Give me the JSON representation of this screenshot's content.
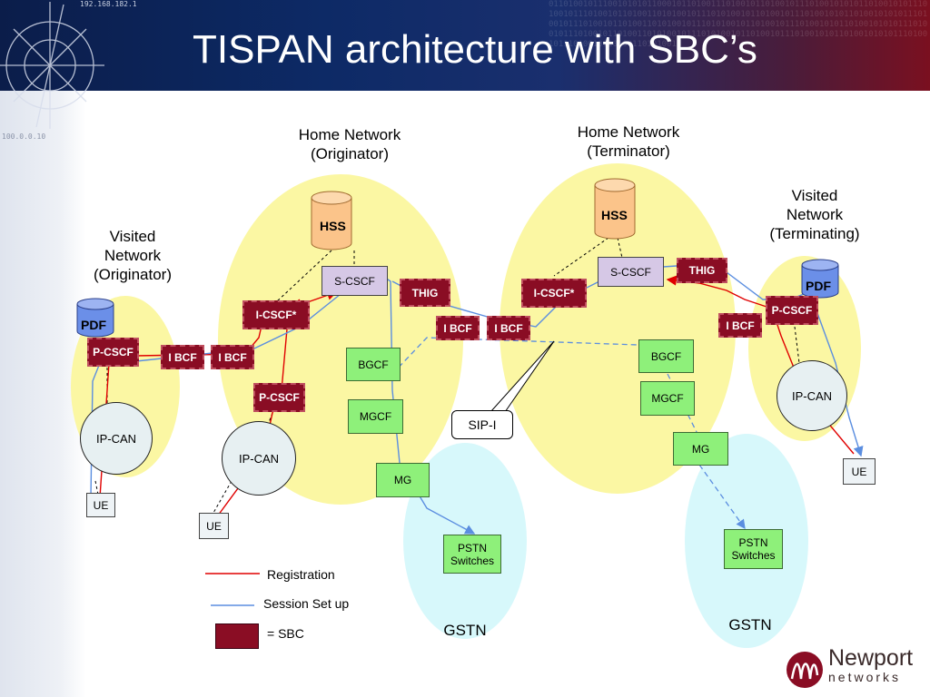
{
  "header": {
    "title": "TISPAN architecture with SBC’s",
    "ip_top": "192.168.182.1",
    "ip_side": "100.0.0.10"
  },
  "networks": {
    "visited_orig": [
      "Visited",
      "Network",
      "(Originator)"
    ],
    "home_orig": [
      "Home Network",
      "(Originator)"
    ],
    "home_term": [
      "Home Network",
      "(Terminator)"
    ],
    "visited_term": [
      "Visited",
      "Network",
      "(Terminating)"
    ],
    "gstn_left": "GSTN",
    "gstn_right": "GSTN"
  },
  "nodes": {
    "hss": "HSS",
    "pdf": "PDF",
    "s_cscf": "S-CSCF",
    "i_cscf": "I-CSCF*",
    "p_cscf": "P-CSCF",
    "thig": "THIG",
    "ibcf": "I BCF",
    "bgcf": "BGCF",
    "mgcf": "MGCF",
    "mg": "MG",
    "pstn_line1": "PSTN",
    "pstn_line2": "Switches",
    "ip_can": "IP-CAN",
    "ue": "UE",
    "sip_i": "SIP-I"
  },
  "legend": {
    "registration": "Registration",
    "session": "Session Set up",
    "sbc": "= SBC"
  },
  "colors": {
    "yellow_ellipse": "#fbf7a3",
    "cyan_ellipse": "#d7f8fb",
    "sbc": "#8a0d24",
    "registration_line": "#e00000",
    "session_line": "#5b8ee0",
    "hss_db": "#fbc48a",
    "pdf_db": "#6b8fe8"
  },
  "logo": {
    "name": "Newport",
    "sub": "networks"
  }
}
